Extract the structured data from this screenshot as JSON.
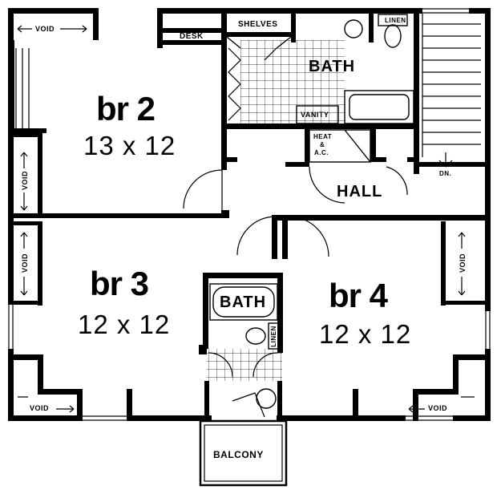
{
  "rooms": {
    "br2": {
      "name": "br 2",
      "dims": "13 x 12"
    },
    "br3": {
      "name": "br 3",
      "dims": "12 x 12"
    },
    "br4": {
      "name": "br 4",
      "dims": "12 x 12"
    }
  },
  "labels": {
    "bath_upper": "BATH",
    "bath_lower": "BATH",
    "hall": "HALL",
    "balcony": "BALCONY",
    "desk": "DESK",
    "shelves": "SHELVES",
    "linen_upper": "LINEN",
    "linen_lower": "LINEN",
    "vanity": "VANITY",
    "heat_1": "HEAT",
    "heat_2": "&",
    "heat_3": "A.C.",
    "down": "DN.",
    "void": "VOID"
  }
}
